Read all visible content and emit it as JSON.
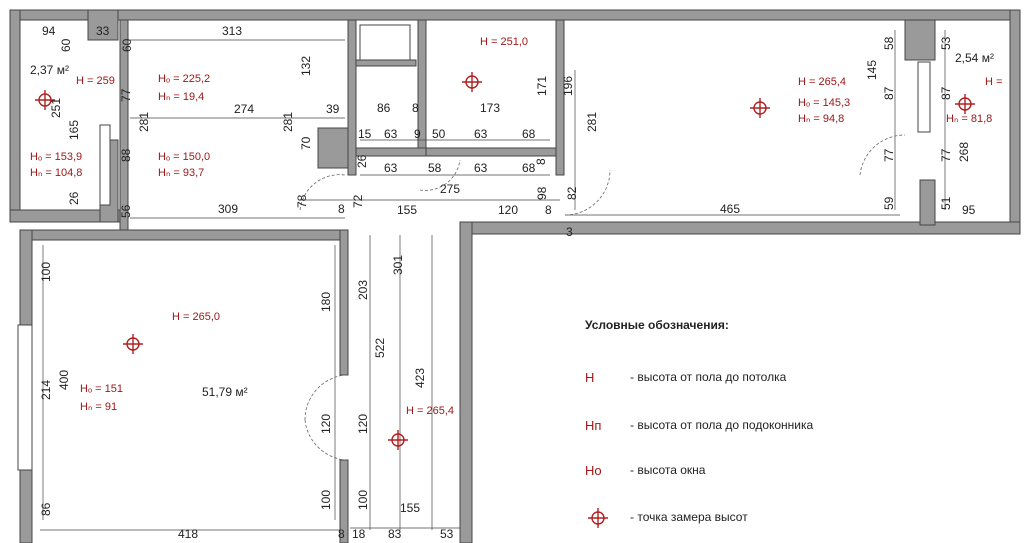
{
  "ceiling_marks": [
    {
      "id": "m1",
      "h": "H = 259"
    },
    {
      "id": "m2",
      "h": "H = 251,0"
    },
    {
      "id": "m3",
      "h": "H = 265,4"
    },
    {
      "id": "m4",
      "h": "H = 265,0"
    },
    {
      "id": "m5",
      "h": "H = 265,4"
    },
    {
      "id": "m6",
      "h": "H ="
    }
  ],
  "windows": [
    {
      "id": "w1",
      "ho": "Hₒ = 153,9",
      "hp": "Hₙ = 104,8"
    },
    {
      "id": "w2",
      "ho": "Hₒ = 225,2",
      "hp": "Hₙ = 19,4"
    },
    {
      "id": "w3",
      "ho": "Hₒ = 150,0",
      "hp": "Hₙ = 93,7"
    },
    {
      "id": "w4",
      "ho": "Hₒ = 145,3",
      "hp": "Hₙ = 94,8"
    },
    {
      "id": "w5",
      "ho": "Hₒ = 151",
      "hp": "Hₙ = 91"
    },
    {
      "id": "w6",
      "ho": "Hₙ = 81,8",
      "hp": ""
    }
  ],
  "areas": {
    "balcony_left": "2,37 м²",
    "balcony_right": "2,54 м²",
    "main": "51,79 м²"
  },
  "dims": [
    "94",
    "33",
    "60",
    "313",
    "60",
    "2,37 м²",
    "77",
    "251",
    "165",
    "26",
    "88",
    "56",
    "281",
    "274",
    "39",
    "132",
    "281",
    "70",
    "78",
    "8",
    "72",
    "26",
    "15",
    "63",
    "9",
    "50",
    "63",
    "68",
    "86",
    "8",
    "173",
    "171",
    "196",
    "281",
    "63",
    "58",
    "63",
    "68",
    "8",
    "275",
    "155",
    "120",
    "8",
    "98",
    "82",
    "3",
    "309",
    "465",
    "145",
    "87",
    "58",
    "77",
    "59",
    "53",
    "87",
    "77",
    "51",
    "268",
    "95",
    "100",
    "400",
    "214",
    "180",
    "203",
    "301",
    "522",
    "423",
    "120",
    "120",
    "100",
    "100",
    "86",
    "418",
    "8",
    "18",
    "83",
    "53",
    "155"
  ],
  "legend": {
    "title": "Условные обозначения:",
    "items": [
      {
        "sym": "H",
        "text": "- высота от пола до потолка"
      },
      {
        "sym": "Hп",
        "text": "- высота от пола до подоконника"
      },
      {
        "sym": "Ho",
        "text": "- высота окна"
      },
      {
        "sym": "⌖",
        "text": "- точка замера высот"
      }
    ]
  }
}
